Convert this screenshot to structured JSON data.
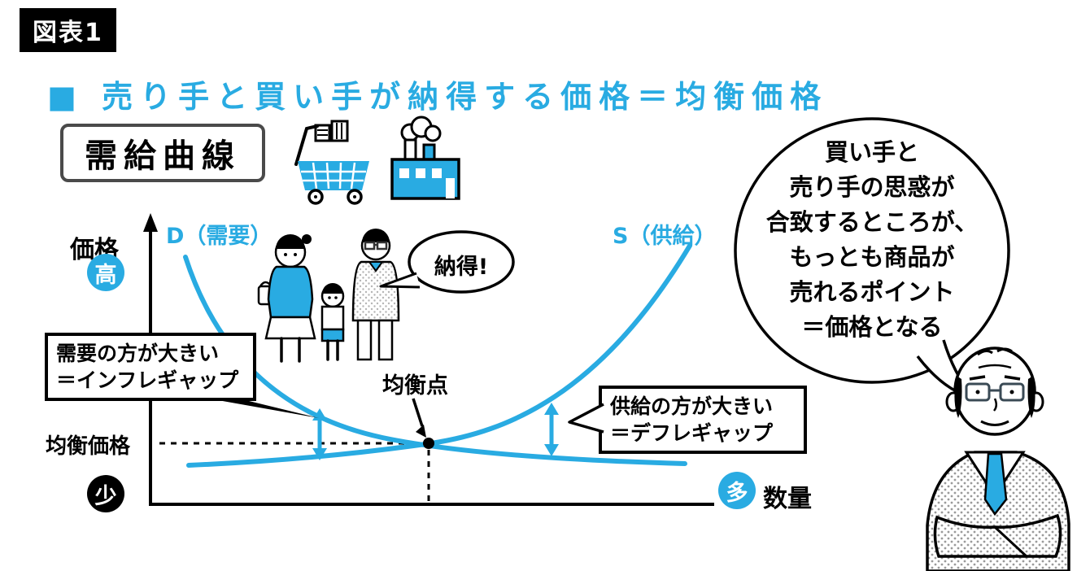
{
  "figure_label": "図表1",
  "title": "■ 売り手と買い手が納得する価格＝均衡価格",
  "curve_box_label": "需給曲線",
  "colors": {
    "accent": "#29abe2",
    "black": "#000000",
    "border_gray": "#4a4a4a"
  },
  "chart": {
    "price_label": "価格",
    "high_label": "高",
    "low_label": "少",
    "many_label": "多",
    "quantity_label": "数量",
    "demand_label": "D（需要）",
    "supply_label": "S（供給）",
    "equilibrium_point_label": "均衡点",
    "equilibrium_price_label": "均衡価格"
  },
  "callouts": {
    "inflation_line1": "需要の方が大きい",
    "inflation_line2": "＝インフレギャップ",
    "deflation_line1": "供給の方が大きい",
    "deflation_line2": "＝デフレギャップ",
    "agreement": "納得!"
  },
  "bubble": {
    "lines": [
      "買い手と",
      "売り手の思惑が",
      "合致するところが、",
      "もっとも商品が",
      "売れるポイント",
      "＝価格となる"
    ]
  }
}
